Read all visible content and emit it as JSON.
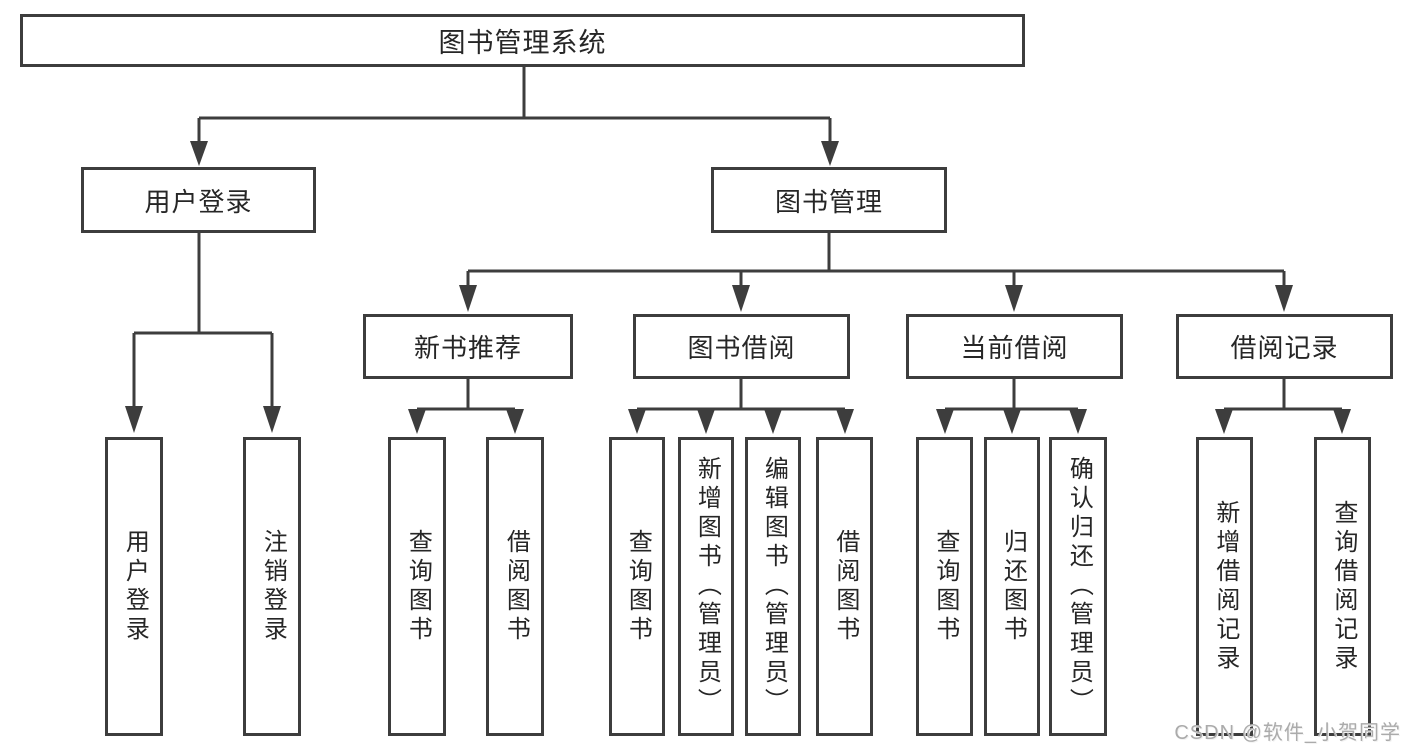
{
  "title": "图书管理系统",
  "tree": {
    "root": {
      "label": "图书管理系统"
    },
    "level2": [
      {
        "label": "用户登录",
        "children": [
          {
            "label": "用户登录"
          },
          {
            "label": "注销登录"
          }
        ]
      },
      {
        "label": "图书管理",
        "children": [
          {
            "label": "新书推荐",
            "children": [
              {
                "label": "查询图书"
              },
              {
                "label": "借阅图书"
              }
            ]
          },
          {
            "label": "图书借阅",
            "children": [
              {
                "label": "查询图书"
              },
              {
                "label": "新增图书（管理员）"
              },
              {
                "label": "编辑图书（管理员）"
              },
              {
                "label": "借阅图书"
              }
            ]
          },
          {
            "label": "当前借阅",
            "children": [
              {
                "label": "查询图书"
              },
              {
                "label": "归还图书"
              },
              {
                "label": "确认归还（管理员）"
              }
            ]
          },
          {
            "label": "借阅记录",
            "children": [
              {
                "label": "新增借阅记录"
              },
              {
                "label": "查询借阅记录"
              }
            ]
          }
        ]
      }
    ]
  },
  "watermark": "CSDN @软件_小贺同学",
  "colors": {
    "line": "#3d3d3d",
    "text": "#262626",
    "watermark": "#ababab",
    "background": "#ffffff"
  }
}
